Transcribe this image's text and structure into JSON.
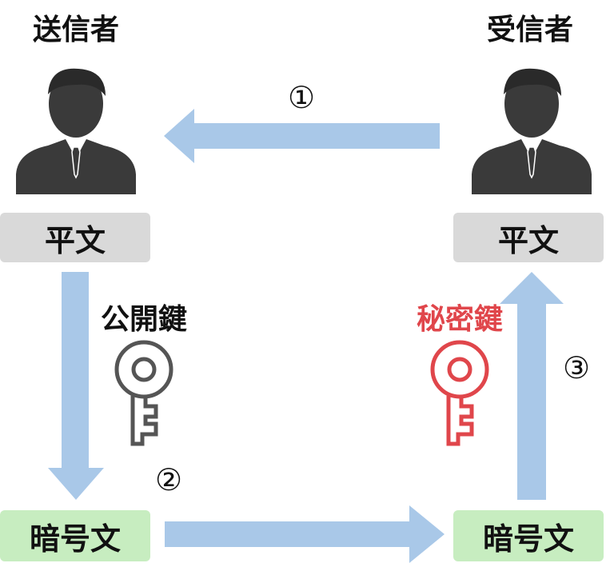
{
  "sender": {
    "label": "送信者",
    "plaintext": "平文",
    "ciphertext": "暗号文"
  },
  "receiver": {
    "label": "受信者",
    "plaintext": "平文",
    "ciphertext": "暗号文"
  },
  "keys": {
    "public": {
      "label": "公開鍵",
      "color": "#111111",
      "icon": "key-icon"
    },
    "private": {
      "label": "秘密鍵",
      "color": "#e0464b",
      "icon": "key-icon"
    }
  },
  "steps": {
    "step1": "①",
    "step2": "②",
    "step3": "③"
  },
  "colors": {
    "arrow": "#a9c8e8",
    "plain_box": "#d9d9d9",
    "cipher_box": "#c7edc0",
    "person": "#3a3a3a",
    "key_dark": "#555555",
    "key_red": "#e0464b"
  }
}
